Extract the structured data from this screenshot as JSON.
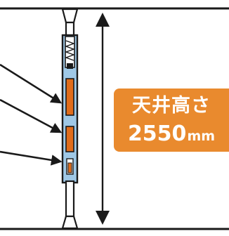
{
  "ceiling_badge": {
    "title": "天井高さ",
    "value": "2550",
    "unit": "mm",
    "color": "#E98A2E"
  },
  "colors": {
    "ink": "#1a1a1a",
    "pole_body": "#9fc8e6",
    "pole_component": "#e06c1b"
  }
}
